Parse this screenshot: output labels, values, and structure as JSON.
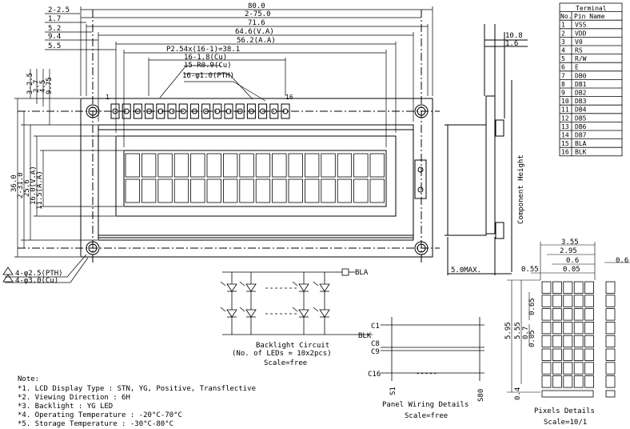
{
  "top_dims": {
    "d80": "80.0",
    "d2_25": "2-2.5",
    "d75": "2-75.0",
    "d1_7": "1.7",
    "d71_6": "71.6",
    "d5_2": "5.2",
    "d64_6": "64.6(V.A)",
    "d9_4": "9.4",
    "d56_2": "56.2(A.A)",
    "d5_5": "5.5",
    "pitch": "P2.54x(16-1)=38.1",
    "cu1": "16-1.8(Cu)",
    "cu2": "15-R0.9(Cu)",
    "pth": "16-φ1.0(PTH)",
    "pin1": "1",
    "pin16": "16"
  },
  "left_dims": {
    "d3_25": "3-2.5",
    "d2_7": "2.7",
    "d4_5": "4.5",
    "d9_75": "9.75",
    "d36": "36.0",
    "d31": "2-31.0",
    "d25_6": "25.6",
    "d16": "16.0(V.A)",
    "d11_5": "11.5(A.A)",
    "hole1": "4-φ2.5(PTH)",
    "hole2": "4-φ3.0(Cu)"
  },
  "side_dims": {
    "d10_8": "10.8",
    "d1_6": "1.6",
    "height_label": "Component Height",
    "max": "5.0MAX."
  },
  "terminal": {
    "title": "Terminal",
    "col_no": "No.",
    "col_pin": "Pin Name",
    "rows": [
      {
        "no": "1",
        "name": "VSS"
      },
      {
        "no": "2",
        "name": "VDD"
      },
      {
        "no": "3",
        "name": "V0"
      },
      {
        "no": "4",
        "name": "RS"
      },
      {
        "no": "5",
        "name": "R/W"
      },
      {
        "no": "6",
        "name": "E"
      },
      {
        "no": "7",
        "name": "DB0"
      },
      {
        "no": "8",
        "name": "DB1"
      },
      {
        "no": "9",
        "name": "DB2"
      },
      {
        "no": "10",
        "name": "DB3"
      },
      {
        "no": "11",
        "name": "DB4"
      },
      {
        "no": "12",
        "name": "DB5"
      },
      {
        "no": "13",
        "name": "DB6"
      },
      {
        "no": "14",
        "name": "DB7"
      },
      {
        "no": "15",
        "name": "BLA"
      },
      {
        "no": "16",
        "name": "BLK"
      }
    ]
  },
  "backlight": {
    "bla": "BLA",
    "blk": "BLK",
    "title": "Backlight Circuit",
    "subtitle": "(No. of LEDs = 10x2pcs)",
    "scale": "Scale=free"
  },
  "wiring": {
    "c1": "C1",
    "c8": "C8",
    "c9": "C9",
    "c16": "C16",
    "s1": "S1",
    "s80": "S80",
    "dashes": "-----",
    "title": "Panel Wiring Details",
    "scale": "Scale=free"
  },
  "pixels": {
    "d3_55": "3.55",
    "d2_95": "2.95",
    "d0_6a": "0.6",
    "d0_6b": "0.6",
    "d0_55": "0.55",
    "d0_05a": "0.05",
    "d0_65": "0.65",
    "d5_95": "5.95",
    "d5_55": "5.55",
    "d0_7": "0.7",
    "d0_05b": "0.05",
    "d0_4": "0.4",
    "title": "Pixels Details",
    "scale": "Scale=10/1"
  },
  "notes": {
    "title": "Note:",
    "items": [
      "*1. LCD Display Type : STN, YG, Positive, Transflective",
      "*2. Viewing Direction : 6H",
      "*3. Backlight : YG LED",
      "*4. Operating Temperature : -20°C-70°C",
      "*5. Storage Temperature : -30°C-80°C"
    ]
  }
}
